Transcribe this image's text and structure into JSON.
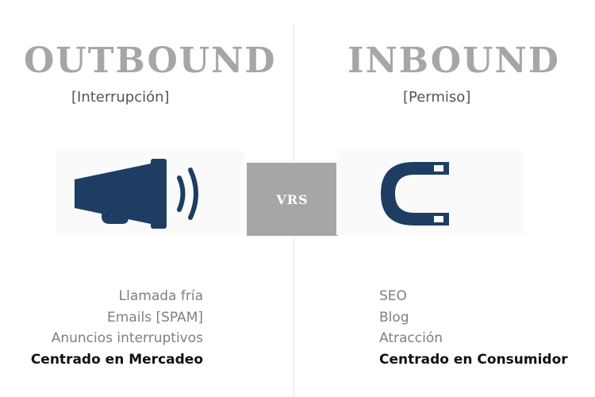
{
  "outbound": {
    "title": "OUTBOUND",
    "subtitle": "[Interrupción]",
    "icon": "megaphone-icon",
    "items": [
      "Llamada fría",
      "Emails [SPAM]",
      "Anuncios interruptivos"
    ],
    "emphasis": "Centrado en Mercadeo"
  },
  "versus": {
    "label": "VRS"
  },
  "inbound": {
    "title": "INBOUND",
    "subtitle": "[Permiso]",
    "icon": "magnet-icon",
    "items": [
      "SEO",
      "Blog",
      "Atracción"
    ],
    "emphasis": "Centrado en Consumidor"
  },
  "colors": {
    "title_gray": "#a6a6a6",
    "icon_navy": "#1d3d63",
    "vrs_box": "#a6a6a6"
  }
}
